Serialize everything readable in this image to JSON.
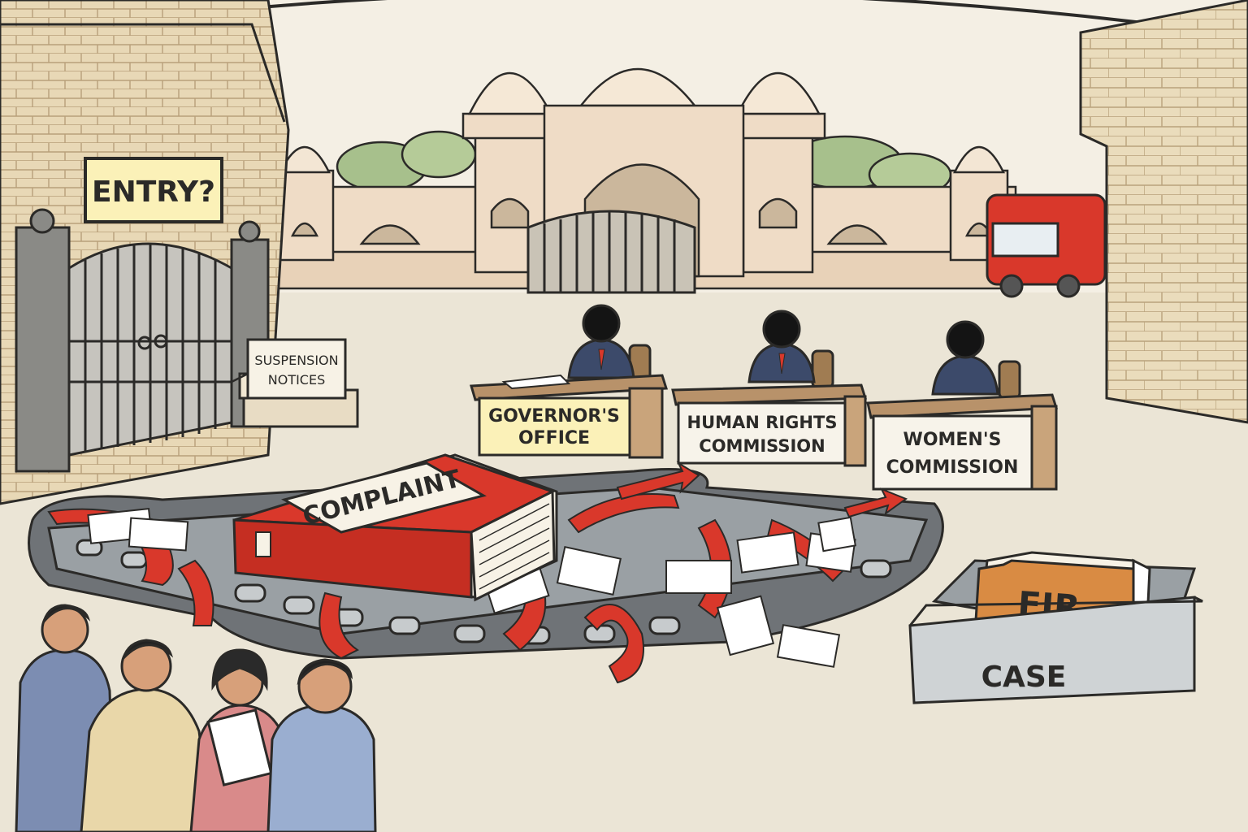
{
  "signs": {
    "entry": "ENTRY?",
    "suspension_line1": "SUSPENSION",
    "suspension_line2": "NOTICES"
  },
  "desks": {
    "governor_line1": "GOVERNOR'S",
    "governor_line2": "OFFICE",
    "human_rights_line1": "HUMAN RIGHTS",
    "human_rights_line2": "COMMISSION",
    "women_line1": "WOMEN'S",
    "women_line2": "COMMISSION"
  },
  "complaint_book": {
    "label": "COMPLAINT"
  },
  "case_tray": {
    "folder_label": "FIR",
    "tray_label": "CASE"
  },
  "colors": {
    "paper": "#f3ede0",
    "wall": "#e6d6b4",
    "palace": "#efdcc6",
    "red": "#d9382b",
    "belt": "#6f7377",
    "sign_yellow": "#fbf1b8",
    "folder": "#d98b43",
    "ink": "#2b2a28"
  }
}
